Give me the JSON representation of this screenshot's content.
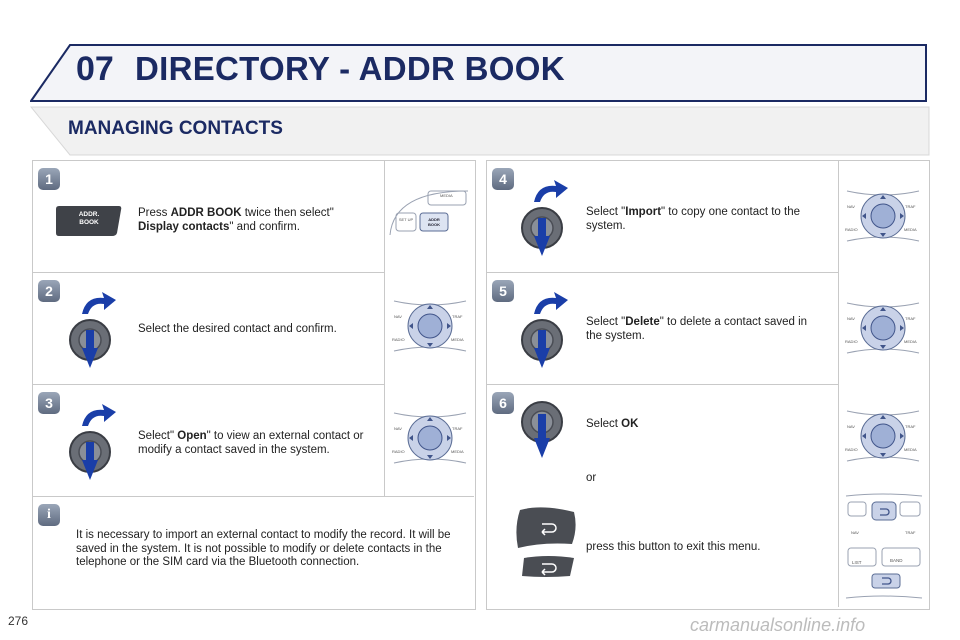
{
  "header": {
    "chapter_number": "07",
    "chapter_title": "DIRECTORY - ADDR BOOK"
  },
  "section_title": "MANAGING CONTACTS",
  "steps": [
    {
      "number": "1",
      "pre": "Press ",
      "bold1": "ADDR BOOK",
      "mid": " twice then select\"",
      "bold2": "Display contacts",
      "post": "\" and confirm.",
      "button_label": "ADDR. BOOK"
    },
    {
      "number": "2",
      "text": "Select the desired contact and confirm."
    },
    {
      "number": "3",
      "pre": "Select\" ",
      "bold": "Open",
      "post": "\" to view an external contact or modify a contact saved in the system."
    },
    {
      "number": "4",
      "pre": "Select \"",
      "bold": "Import",
      "post": "\" to copy one contact to the system."
    },
    {
      "number": "5",
      "pre": "Select \"",
      "bold": "Delete",
      "post": "\" to delete a contact saved in the system."
    },
    {
      "number": "6",
      "pre": "Select ",
      "bold": "OK",
      "or_text": "or",
      "alt_text": "press this button to exit this menu."
    }
  ],
  "info": {
    "icon_label": "i",
    "text": "It is necessary to import an external contact to modify the record. It will be saved in the system. It is not possible to modify or delete contacts in the telephone or the SIM card via the Bluetooth connection."
  },
  "thumb_labels": {
    "media": "MEDIA",
    "set_up": "SET UP",
    "addr_book": "ADDR BOOK",
    "nav": "NAV",
    "traf": "TRAF",
    "radio": "RADIO",
    "list": "LIST",
    "band": "BAND"
  },
  "page_number": "276",
  "watermark": "carmanualsonline.info"
}
